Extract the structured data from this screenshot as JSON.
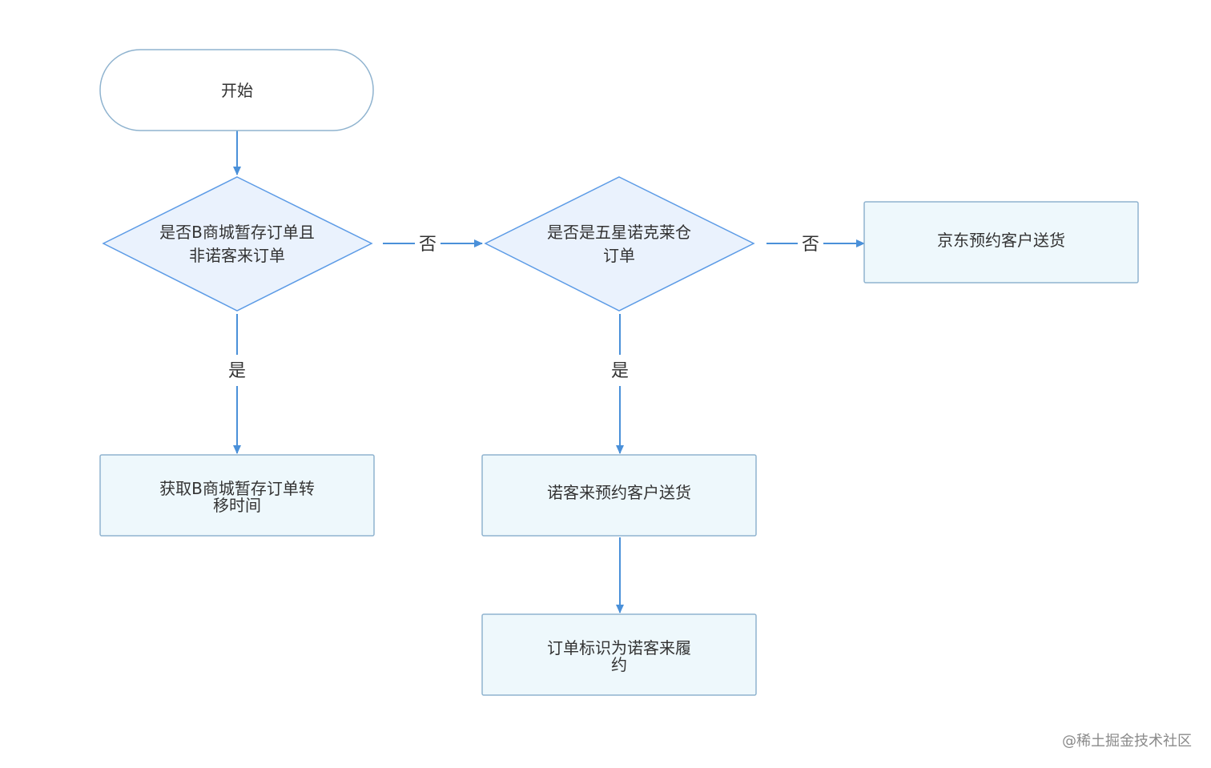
{
  "nodes": {
    "start": {
      "label": "开始"
    },
    "decision1": {
      "lines": [
        "是否B商城暂存订单且",
        "非诺客来订单"
      ]
    },
    "decision2": {
      "lines": [
        "是否是五星诺克莱仓",
        "订单"
      ]
    },
    "jd_delivery": {
      "label": "京东预约客户送货"
    },
    "get_time": {
      "lines": [
        "获取B商城暂存订单转",
        "移时间"
      ]
    },
    "nuokelai_delivery": {
      "label": "诺客来预约客户送货"
    },
    "mark_order": {
      "lines": [
        "订单标识为诺客来履",
        "约"
      ]
    }
  },
  "edges": {
    "d1_no": "否",
    "d1_yes": "是",
    "d2_no": "否",
    "d2_yes": "是"
  },
  "watermark": "@稀土掘金技术社区",
  "colors": {
    "start_fill": "#ffffff",
    "start_stroke": "#8fb3cf",
    "decision_fill": "#eaf2fd",
    "decision_stroke": "#5c9be6",
    "process_fill": "#eef8fc",
    "process_stroke": "#8fb3cf",
    "arrow": "#4a90d9"
  }
}
